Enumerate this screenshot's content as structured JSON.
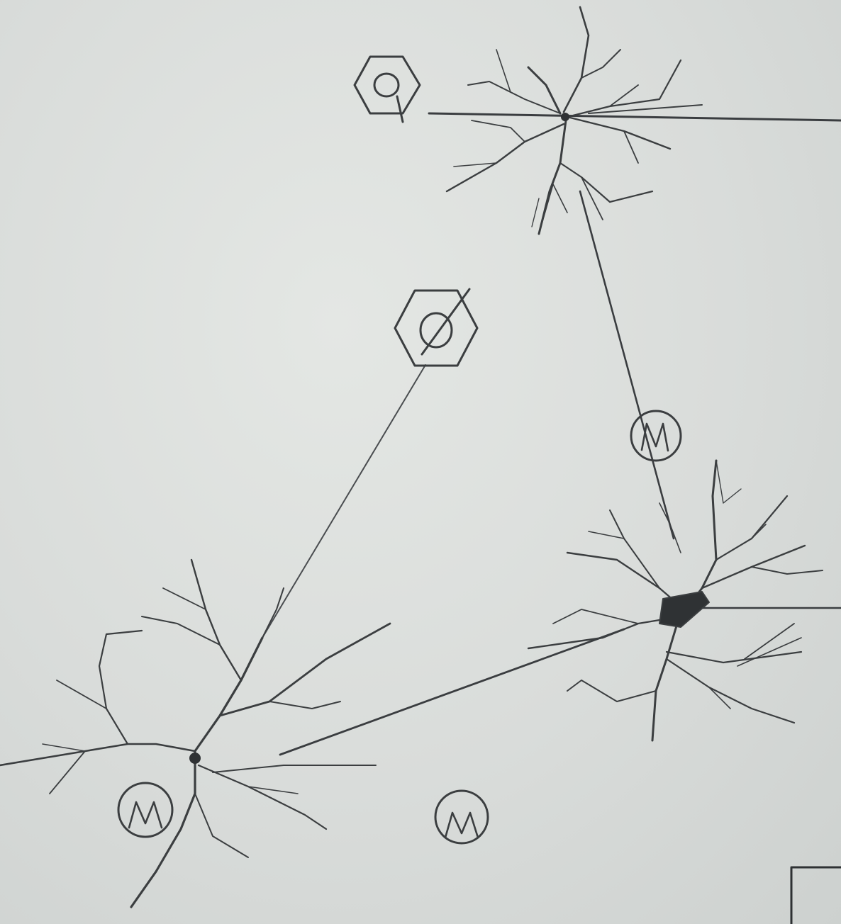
{
  "diagram": {
    "kind": "hand-drawn pencil sketch",
    "background_color": "#dcdfdc",
    "ink_color": "#3b3e40",
    "markers": [
      {
        "symbol": "hexagon-with-circle-icon",
        "label": ""
      },
      {
        "symbol": "hexagon-with-circle-icon",
        "label": ""
      },
      {
        "symbol": "circle-letter-icon",
        "label": "M"
      },
      {
        "symbol": "circle-letter-icon",
        "label": "M"
      },
      {
        "symbol": "circle-letter-icon",
        "label": "M"
      }
    ],
    "nodes": [
      {
        "type": "branching-neuron-sketch"
      },
      {
        "type": "branching-neuron-sketch"
      },
      {
        "type": "branching-neuron-sketch"
      }
    ]
  }
}
